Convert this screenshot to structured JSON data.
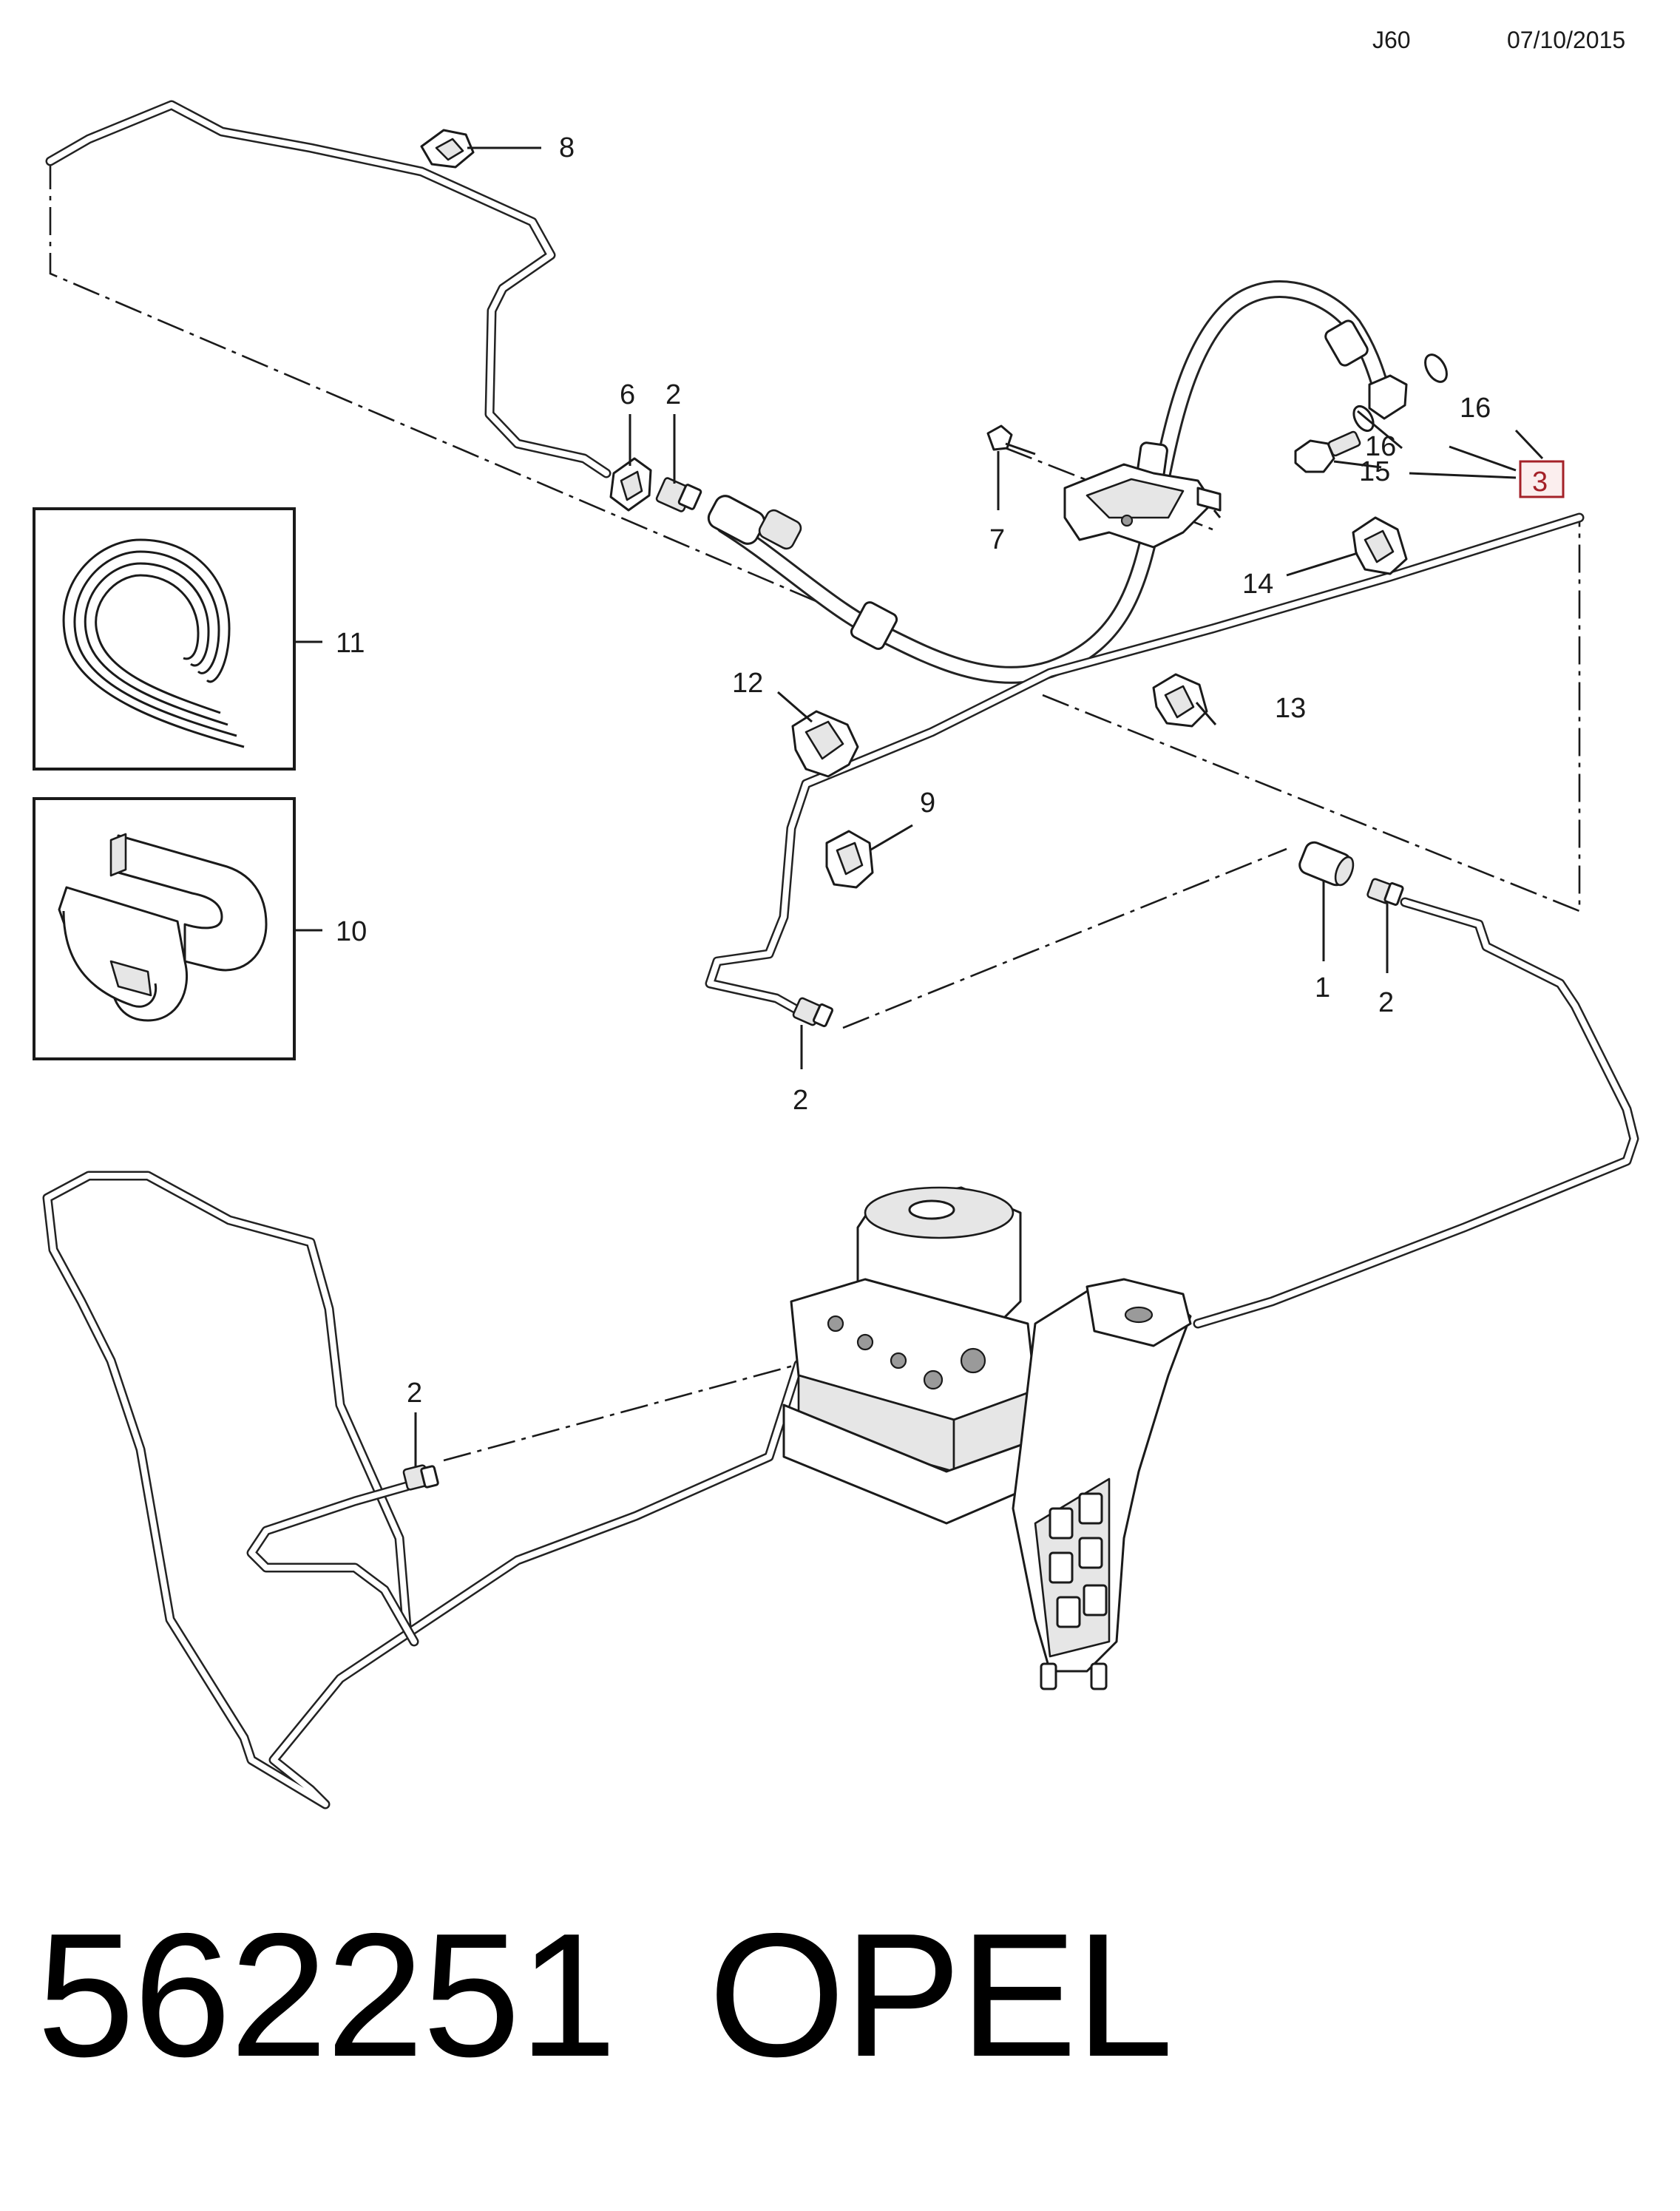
{
  "header": {
    "illustration_code": "J60",
    "date": "07/10/2015"
  },
  "footer": {
    "part_number": "562251",
    "brand": "OPEL"
  },
  "callouts": [
    {
      "id": "c8",
      "label": "8"
    },
    {
      "id": "c6",
      "label": "6"
    },
    {
      "id": "c2a",
      "label": "2"
    },
    {
      "id": "c16a",
      "label": "16"
    },
    {
      "id": "c16b",
      "label": "16"
    },
    {
      "id": "c15",
      "label": "15"
    },
    {
      "id": "c3",
      "label": "3",
      "highlighted": true
    },
    {
      "id": "c7",
      "label": "7"
    },
    {
      "id": "c14",
      "label": "14"
    },
    {
      "id": "c11",
      "label": "11"
    },
    {
      "id": "c12",
      "label": "12"
    },
    {
      "id": "c13",
      "label": "13"
    },
    {
      "id": "c9",
      "label": "9"
    },
    {
      "id": "c10",
      "label": "10"
    },
    {
      "id": "c1",
      "label": "1"
    },
    {
      "id": "c2b",
      "label": "2"
    },
    {
      "id": "c2c",
      "label": "2"
    },
    {
      "id": "c2d",
      "label": "2"
    }
  ],
  "highlight_color": "#a42128"
}
